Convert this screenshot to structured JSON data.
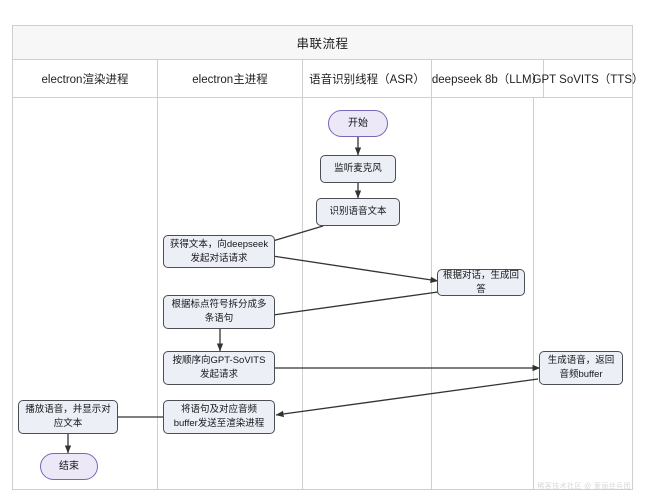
{
  "diagram": {
    "title": "串联流程",
    "type": "swimlane-flowchart",
    "lanes": [
      {
        "id": "renderer",
        "label": "electron渲染进程"
      },
      {
        "id": "main",
        "label": "electron主进程"
      },
      {
        "id": "asr",
        "label": "语音识别线程（ASR）"
      },
      {
        "id": "llm",
        "label": "deepseek 8b（LLM）"
      },
      {
        "id": "tts",
        "label": "GPT SoVITS（TTS）"
      }
    ],
    "nodes": [
      {
        "id": "start",
        "lane": "asr",
        "shape": "stadium",
        "label": "开始"
      },
      {
        "id": "listen",
        "lane": "asr",
        "shape": "rect",
        "label": "监听麦克风"
      },
      {
        "id": "recognize",
        "lane": "asr",
        "shape": "rect",
        "label": "识别语音文本"
      },
      {
        "id": "get_text",
        "lane": "main",
        "shape": "rect",
        "label": "获得文本，向deepseek发起对话请求"
      },
      {
        "id": "llm_answer",
        "lane": "llm",
        "shape": "rect",
        "label": "根据对话，生成回答"
      },
      {
        "id": "split",
        "lane": "main",
        "shape": "rect",
        "label": "根据标点符号拆分成多条语句"
      },
      {
        "id": "tts_req",
        "lane": "main",
        "shape": "rect",
        "label": "按顺序向GPT-SoVITS发起请求"
      },
      {
        "id": "tts_gen",
        "lane": "tts",
        "shape": "rect",
        "label": "生成语音，返回音频buffer"
      },
      {
        "id": "send_rend",
        "lane": "main",
        "shape": "rect",
        "label": "将语句及对应音频buffer发送至渲染进程"
      },
      {
        "id": "play",
        "lane": "renderer",
        "shape": "rect",
        "label": "播放语音，并显示对应文本"
      },
      {
        "id": "end",
        "lane": "renderer",
        "shape": "stadium",
        "label": "结束"
      }
    ],
    "edges": [
      {
        "from": "start",
        "to": "listen"
      },
      {
        "from": "listen",
        "to": "recognize"
      },
      {
        "from": "recognize",
        "to": "get_text"
      },
      {
        "from": "get_text",
        "to": "llm_answer"
      },
      {
        "from": "llm_answer",
        "to": "split"
      },
      {
        "from": "split",
        "to": "tts_req"
      },
      {
        "from": "tts_req",
        "to": "tts_gen"
      },
      {
        "from": "tts_gen",
        "to": "send_rend"
      },
      {
        "from": "send_rend",
        "to": "play"
      },
      {
        "from": "play",
        "to": "end"
      }
    ],
    "colors": {
      "terminal_fill": "#ece8f7",
      "terminal_stroke": "#7a66b8",
      "node_fill": "#eceff5",
      "node_stroke": "#4a4f56",
      "lane_border": "#cfcfcf",
      "title_fill": "#f7f7f7",
      "arrow": "#333333"
    }
  },
  "watermark": {
    "text": "稀客技术社区 @ 爱丽丝兵团"
  }
}
